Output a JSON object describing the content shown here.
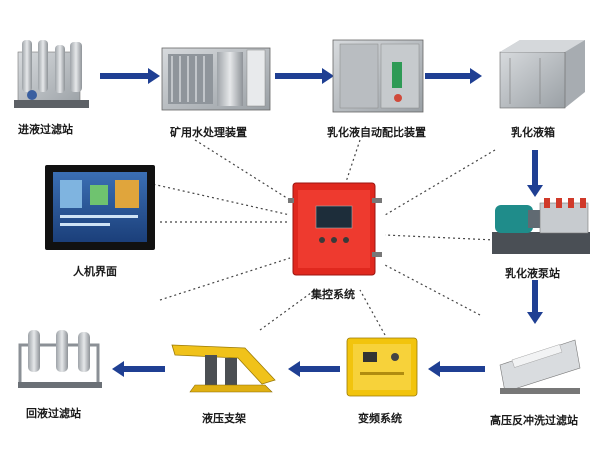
{
  "nodes": {
    "inlet_filter": {
      "label": "进液过滤站"
    },
    "water_treatment": {
      "label": "矿用水处理装置"
    },
    "auto_ratio": {
      "label": "乳化液自动配比装置"
    },
    "emulsion_tank": {
      "label": "乳化液箱"
    },
    "hmi": {
      "label": "人机界面"
    },
    "central_control": {
      "label": "集控系统"
    },
    "pump_station": {
      "label": "乳化液泵站"
    },
    "return_filter": {
      "label": "回液过滤站"
    },
    "hydraulic_support": {
      "label": "液压支架"
    },
    "vfd_system": {
      "label": "变频系统"
    },
    "backwash_filter": {
      "label": "高压反冲洗过滤站"
    }
  },
  "colors": {
    "arrow": "#1f3f93",
    "dotted": "#444444",
    "control_red": "#e0281e",
    "vfd_yellow": "#f2c40d",
    "support_yellow": "#f0c21a",
    "pump_teal": "#1f8c8a",
    "steel": "#c9ccd0"
  },
  "icons": [
    "arrow-right-icon",
    "arrow-down-icon",
    "arrow-left-icon"
  ]
}
